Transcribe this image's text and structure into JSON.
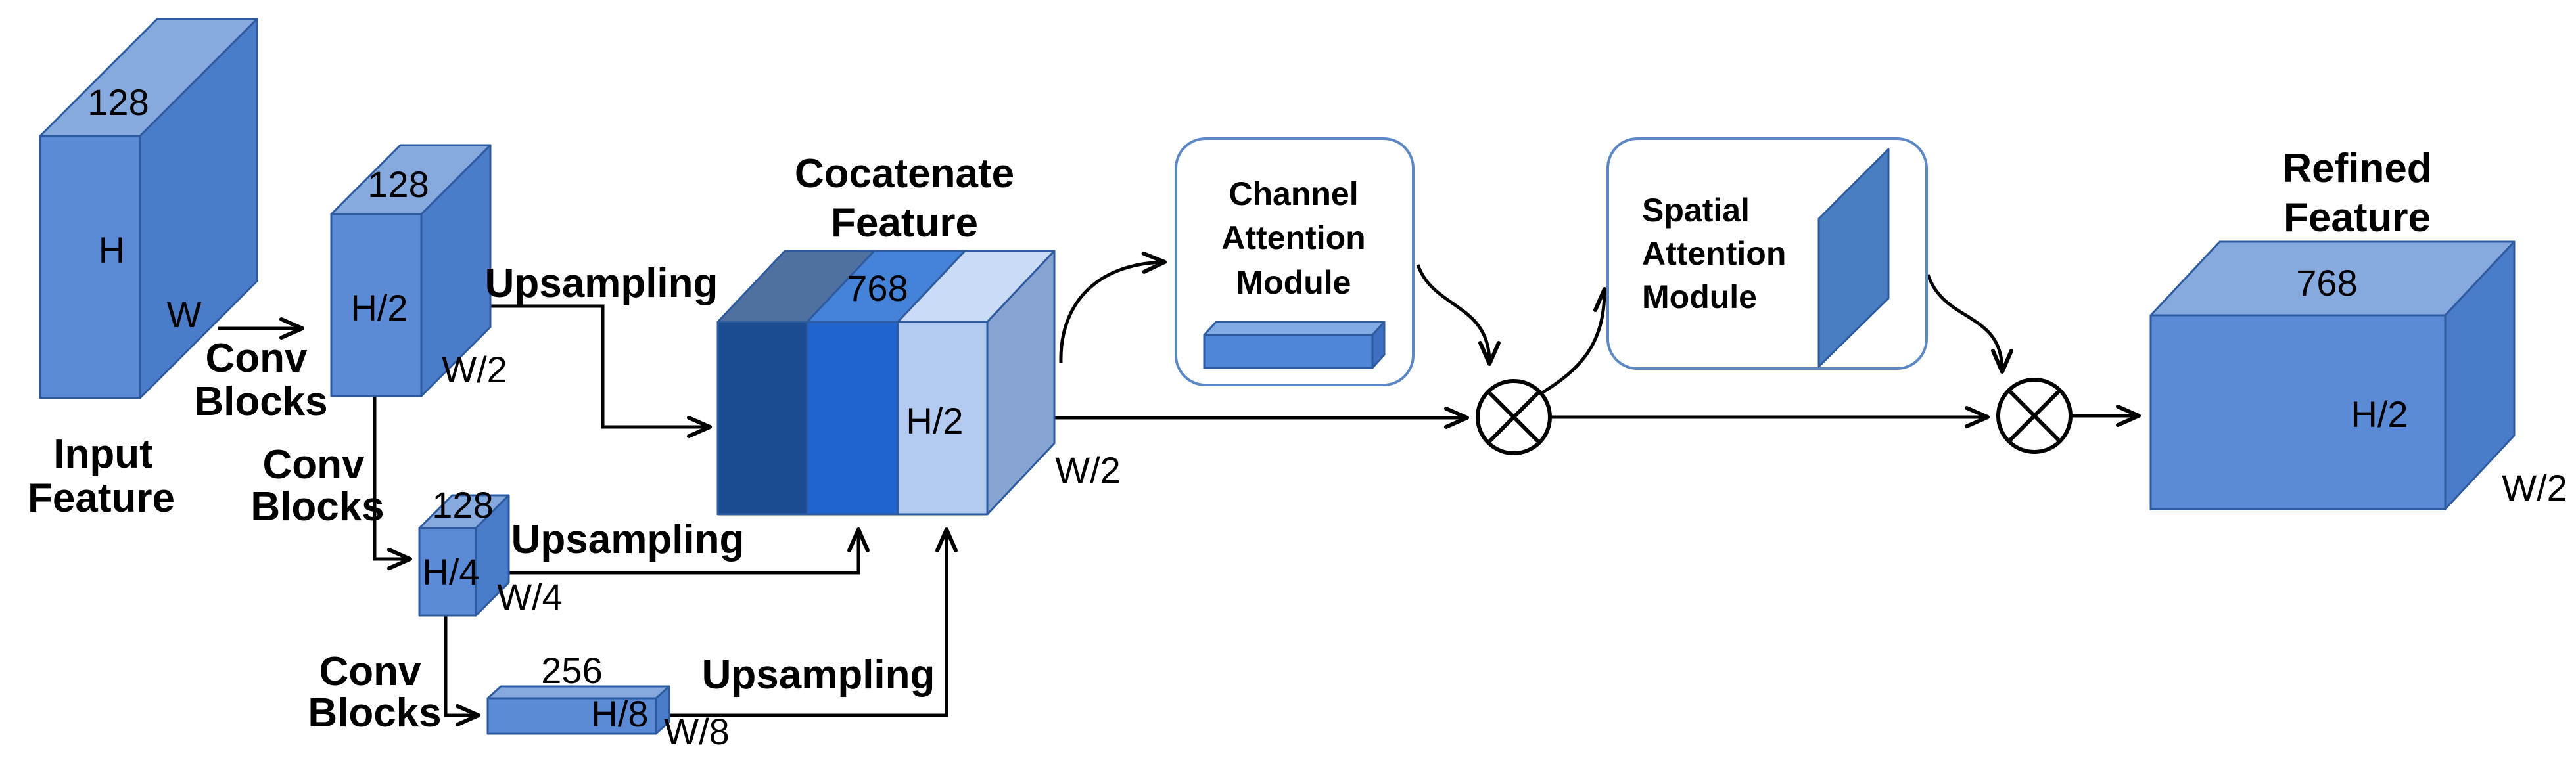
{
  "labels": {
    "conv": "Conv",
    "blocks": "Blocks",
    "upsampling": "Upsampling"
  },
  "blocks": {
    "input": {
      "caption_line1": "Input",
      "caption_line2": "Feature",
      "channels": "128",
      "height": "H",
      "width": "W"
    },
    "half": {
      "channels": "128",
      "height": "H/2",
      "width": "W/2"
    },
    "quarter": {
      "channels": "128",
      "height": "H/4",
      "width": "W/4"
    },
    "eighth": {
      "channels": "256",
      "height": "H/8",
      "width": "W/8"
    },
    "concat": {
      "title_line1": "Cocatenate",
      "title_line2": "Feature",
      "channels": "768",
      "height": "H/2",
      "width": "W/2"
    },
    "refined": {
      "title_line1": "Refined",
      "title_line2": "Feature",
      "channels": "768",
      "height": "H/2",
      "width": "W/2"
    }
  },
  "modules": {
    "channel": {
      "line1": "Channel",
      "line2": "Attention",
      "line3": "Module"
    },
    "spatial": {
      "line1": "Spatial",
      "line2": "Attention",
      "line3": "Module"
    }
  },
  "colors": {
    "box_front": "#5b8ad6",
    "box_top": "#87aade",
    "box_side": "#4a7cc9",
    "concat_slab1_front": "#1b4c90",
    "concat_slab1_top": "#50719f",
    "concat_slab2_front": "#2065cd",
    "concat_slab2_top": "#4583d9",
    "concat_slab3_front": "#b3cbf0",
    "concat_slab3_top": "#c9dbf5",
    "concat_side": "#87a3d2",
    "cam_bar_front": "#4f86d8",
    "cam_bar_top": "#82aae4",
    "cam_bar_side": "#3e6fc0",
    "sam_plane": "#4a7ec2",
    "module_border": "#5b87c5",
    "arrow": "#000000"
  }
}
